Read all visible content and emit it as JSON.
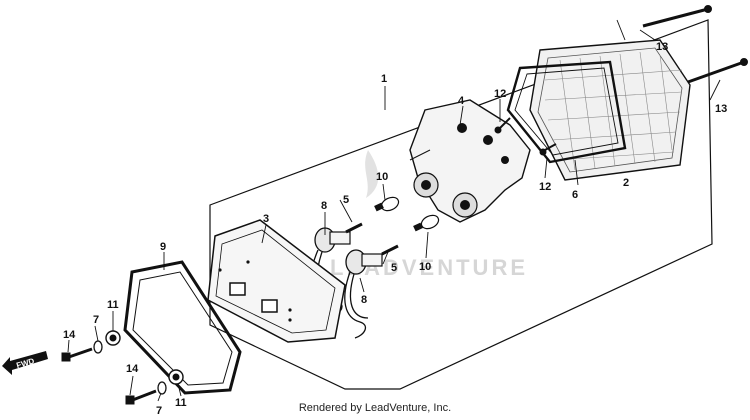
{
  "diagram": {
    "callouts": {
      "c1": "1",
      "c2": "2",
      "c3": "3",
      "c4": "4",
      "c5a": "5",
      "c5b": "5",
      "c6": "6",
      "c7a": "7",
      "c7b": "7",
      "c8a": "8",
      "c8b": "8",
      "c9": "9",
      "c10a": "10",
      "c10b": "10",
      "c11a": "11",
      "c11b": "11",
      "c12a": "12",
      "c12b": "12",
      "c13a": "13",
      "c13b": "13",
      "c14a": "14",
      "c14b": "14"
    },
    "direction_label": "FWD",
    "watermark": "LEADVENTURE"
  },
  "footer": {
    "text": "Rendered by LeadVenture, Inc."
  }
}
